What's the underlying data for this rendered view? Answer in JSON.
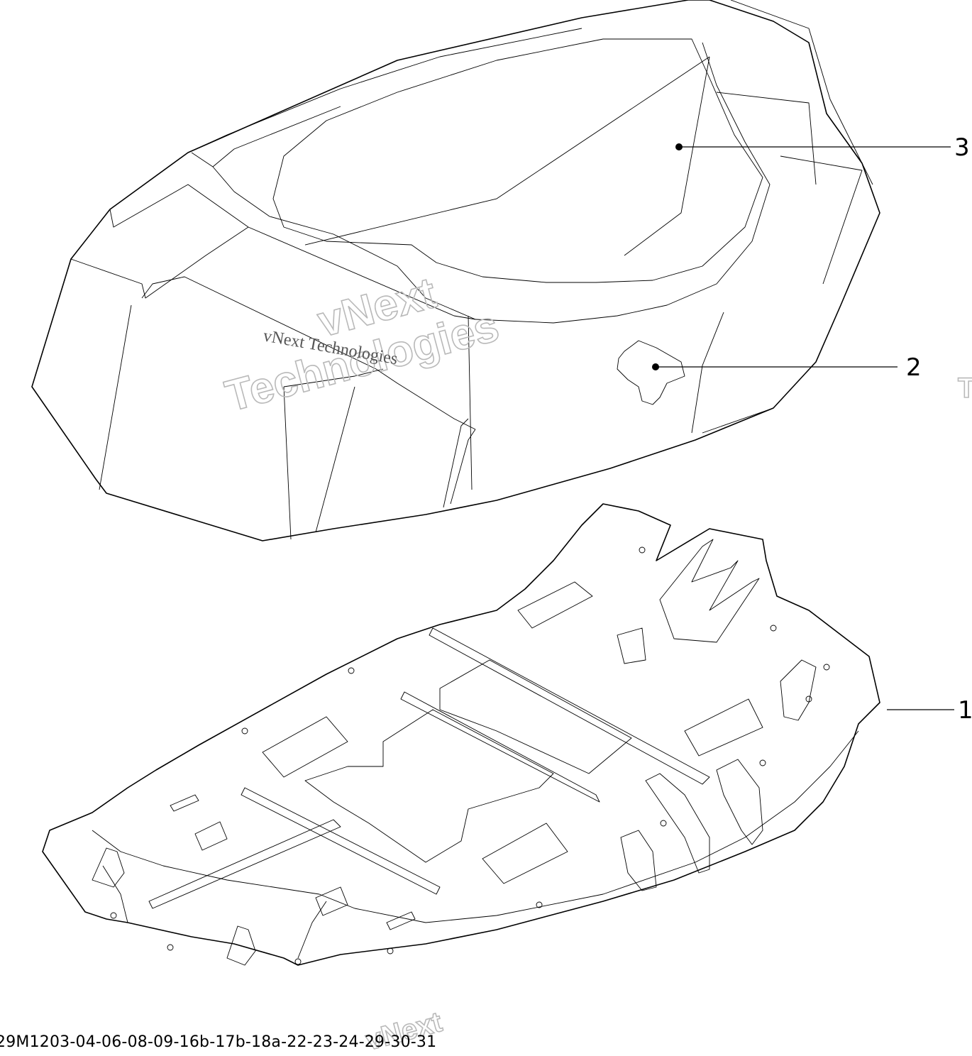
{
  "diagram": {
    "callouts": [
      {
        "id": "3",
        "label": "3"
      },
      {
        "id": "2",
        "label": "2"
      },
      {
        "id": "1",
        "label": "1"
      }
    ],
    "reference_code": "29M1203-04-06-08-09-16b-17b-18a-22-23-24-29-30-31",
    "watermarks": {
      "outline_line1": "vNext",
      "outline_line2": "Technologies",
      "small_text": "vNext Technologies",
      "bottom_fragment": "vNext",
      "edge_fragment": "T"
    }
  }
}
